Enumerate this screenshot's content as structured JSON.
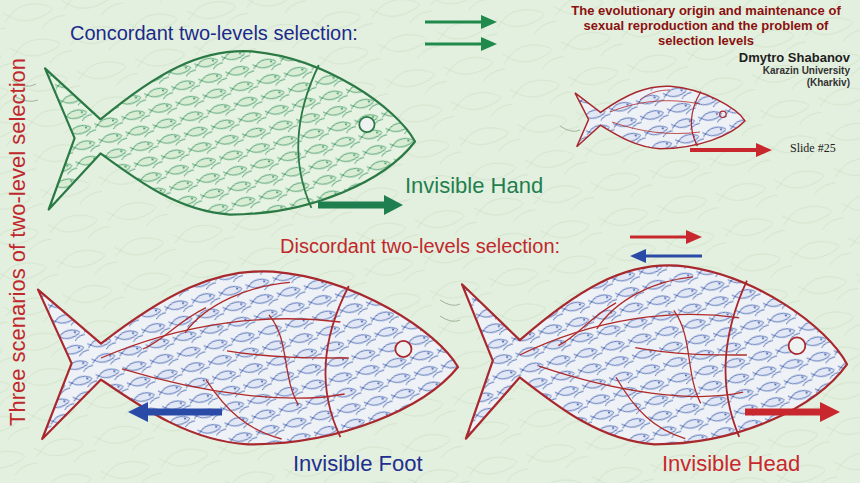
{
  "diagram": {
    "title": "The evolutionary origin and maintenance of sexual reproduction and the problem of selection levels",
    "nodes": [
      {
        "text": [
          "Invisible Hand"
        ]
      },
      {
        "text": [
          "Invisible Foot"
        ]
      },
      {
        "text": [
          "Invisible Head"
        ]
      }
    ],
    "labels": [
      "Three scenarios of two-level selection",
      "Concordant two-levels selection:",
      "Discordant two-levels selection:",
      "Dmytro Shabanov",
      "Karazin University (Kharkiv)",
      "Slide #25"
    ]
  }
}
